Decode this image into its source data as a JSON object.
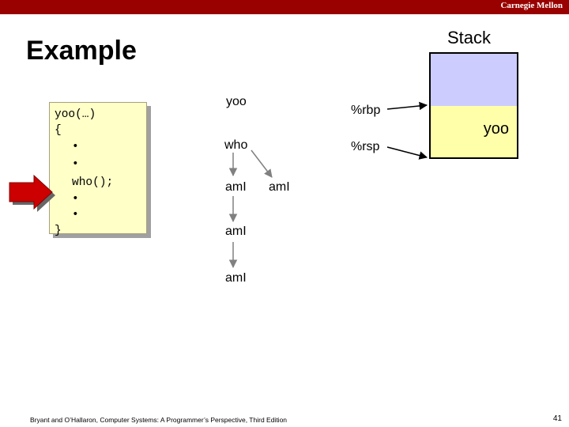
{
  "header": {
    "brand": "Carnegie Mellon"
  },
  "slide": {
    "title": "Example"
  },
  "stack": {
    "label": "Stack",
    "frame_label": "yoo"
  },
  "code": {
    "lines": [
      "yoo(…)",
      "{",
      "•",
      "•",
      "who();",
      "•",
      "•",
      "}"
    ]
  },
  "call_tree": {
    "nodes": [
      "yoo",
      "who",
      "amI",
      "amI",
      "amI"
    ]
  },
  "registers": {
    "rbp": "%rbp",
    "rsp": "%rsp"
  },
  "footer": {
    "citation": "Bryant and O’Hallaron, Computer Systems: A Programmer’s Perspective, Third Edition",
    "page": "41"
  },
  "colors": {
    "header_bar": "#990000",
    "code_box": "#ffffc8",
    "stack_upper": "#ccccff",
    "stack_current": "#ffffaa",
    "pointer_arrow": "#cc0000"
  }
}
